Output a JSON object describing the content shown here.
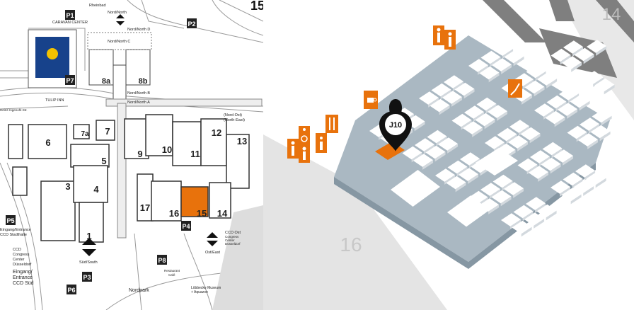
{
  "site_map": {
    "hall_number_top": "15",
    "halls": [
      {
        "id": "1",
        "label": "1"
      },
      {
        "id": "3",
        "label": "3"
      },
      {
        "id": "4",
        "label": "4"
      },
      {
        "id": "5",
        "label": "5"
      },
      {
        "id": "6",
        "label": "6"
      },
      {
        "id": "7a",
        "label": "7a"
      },
      {
        "id": "7",
        "label": "7"
      },
      {
        "id": "8a",
        "label": "8a"
      },
      {
        "id": "8b",
        "label": "8b"
      },
      {
        "id": "9",
        "label": "9"
      },
      {
        "id": "10",
        "label": "10"
      },
      {
        "id": "11",
        "label": "11"
      },
      {
        "id": "12",
        "label": "12"
      },
      {
        "id": "13",
        "label": "13"
      },
      {
        "id": "14",
        "label": "14"
      },
      {
        "id": "15",
        "label": "15",
        "highlighted": true
      },
      {
        "id": "16",
        "label": "16"
      },
      {
        "id": "17",
        "label": "17"
      }
    ],
    "parking": [
      {
        "id": "p1",
        "label": "P1"
      },
      {
        "id": "p2",
        "label": "P2"
      },
      {
        "id": "p3",
        "label": "P3"
      },
      {
        "id": "p4",
        "label": "P4"
      },
      {
        "id": "p5",
        "label": "P5"
      },
      {
        "id": "p6",
        "label": "P6"
      },
      {
        "id": "p7",
        "label": "P7"
      },
      {
        "id": "p8",
        "label": "P8"
      }
    ],
    "labels": {
      "caravan_center": "CARAVAN CENTER",
      "rheinbad": "Rheinbad",
      "nord_north": "Nord/North",
      "nord_north_d": "Nord/North D",
      "nord_north_c": "Nord/North C",
      "nord_north_b": "Nord/North B",
      "nord_north_a": "Nord/North A",
      "nord_ost": "(Nord-Ost)",
      "north_east": "(North-East)",
      "tulip_inn": "TULIP INN",
      "eingang_entrance_ccd_stadthalle": [
        "Eingang/Entrance",
        "CCD Stadthalle"
      ],
      "ccd_congress_center": [
        "CCD",
        "Congress",
        "Center",
        "Düsseldorf"
      ],
      "eingang_entrance_ccd_sud": [
        "Eingang/",
        "Entrance",
        "CCD Süd"
      ],
      "sud_south": "Süd/South",
      "ost_east": "Ost/East",
      "ccd_ost": [
        "CCD Ost",
        "Congress",
        "Center",
        "Düsseldorf"
      ],
      "nordpark": "Nordpark",
      "lobbecke": [
        "Löbbecke Museum",
        "+ Aquazoo"
      ],
      "heinz_ingenohl": "Heinz-Ingenohl-Str.",
      "restaurant_cafe": [
        "Restaurant",
        "Café"
      ]
    }
  },
  "hall_detail": {
    "hall_left_label": "16",
    "hall_right_label": "14",
    "booth_marker": "J10",
    "highlight_color": "#e8720c",
    "floor_color": "#aab8c2",
    "gangway_color": "#7f7f7f"
  }
}
